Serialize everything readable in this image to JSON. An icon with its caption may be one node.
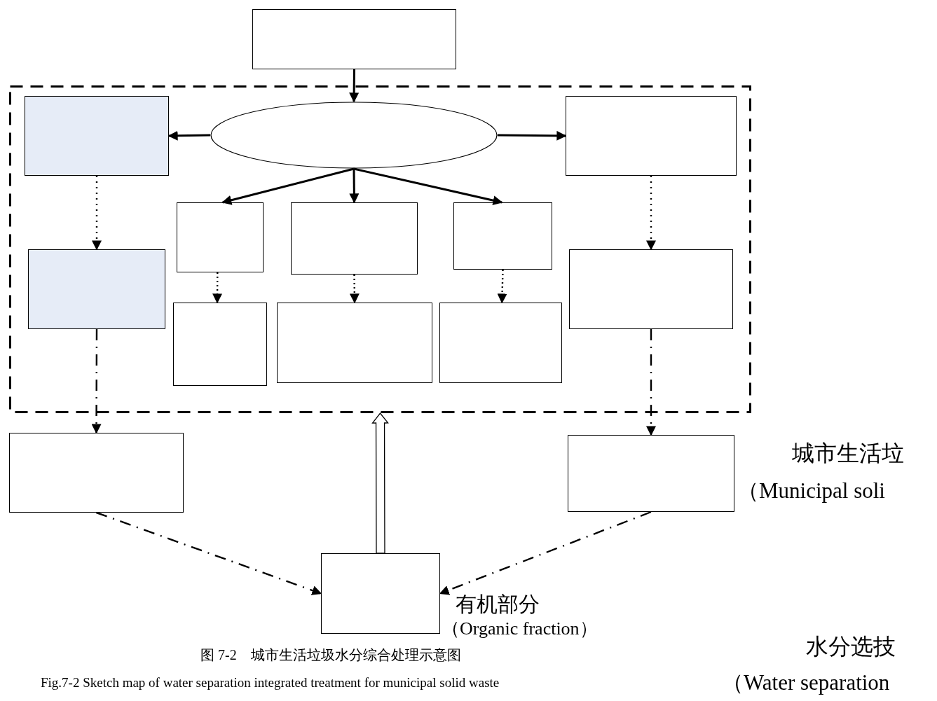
{
  "diagram": {
    "nodes": [
      {
        "text": [],
        "shape": "box"
      },
      {
        "text": [],
        "shape": "box"
      },
      {
        "text": [],
        "shape": "box",
        "in": 1
      },
      {
        "text": [],
        "shape": "ellipse",
        "in": 1
      },
      {
        "text": [],
        "shape": "box",
        "in": 1
      },
      {
        "text": [],
        "shape": "box",
        "in": 1
      },
      {
        "text": [],
        "shape": "box",
        "in": 1
      },
      {
        "text": [],
        "shape": "box",
        "in": 1
      },
      {
        "text": [],
        "shape": "box",
        "in": 1
      },
      {
        "text": [],
        "shape": "box",
        "in": 1
      },
      {
        "text": [],
        "shape": "box",
        "in": 1
      },
      {
        "text": [],
        "shape": "box",
        "in": 1
      },
      {
        "text": [],
        "shape": "box",
        "in": 1
      },
      {
        "text": [],
        "shape": "box"
      },
      {
        "text": [],
        "shape": "box"
      },
      {
        "text": [],
        "shape": "box"
      }
    ],
    "edges": [
      {
        "from": 0,
        "to": 3,
        "arrow": "to"
      },
      {
        "from": 3,
        "to": 2,
        "arrow": "to"
      },
      {
        "from": 3,
        "to": 4,
        "arrow": "to"
      },
      {
        "from": 3,
        "to": 6,
        "arrow": "to"
      },
      {
        "from": 3,
        "to": 7,
        "arrow": "to"
      },
      {
        "from": 3,
        "to": 8,
        "arrow": "to"
      },
      {
        "from": 2,
        "to": 5,
        "arrow": "to",
        "style": "dashed"
      },
      {
        "from": 4,
        "to": 9,
        "arrow": "to",
        "style": "dashed"
      },
      {
        "from": 6,
        "to": 10,
        "arrow": "to",
        "style": "dashed"
      },
      {
        "from": 7,
        "to": 11,
        "arrow": "to",
        "style": "dashed"
      },
      {
        "from": 8,
        "to": 12,
        "arrow": "to",
        "style": "dashed"
      },
      {
        "from": 5,
        "to": 13,
        "arrow": "to",
        "style": "dashed"
      },
      {
        "from": 9,
        "to": 14,
        "arrow": "to",
        "style": "dashed"
      },
      {
        "from": 13,
        "to": 15,
        "arrow": "to",
        "style": "dashed"
      },
      {
        "from": 14,
        "to": 15,
        "arrow": "to",
        "style": "dashed"
      },
      {
        "from": 15,
        "to": 1,
        "arrow": "to",
        "style": "thick"
      }
    ],
    "labels": [
      "城市生活垃",
      "（Municipal soli",
      "有机部分",
      "（Organic fraction）",
      "水分选技",
      "（Water separation",
      "图 7-2　城市生活垃圾水分综合处理示意图",
      "Fig.7-2 Sketch map of water separation integrated treatment for municipal solid waste"
    ]
  }
}
